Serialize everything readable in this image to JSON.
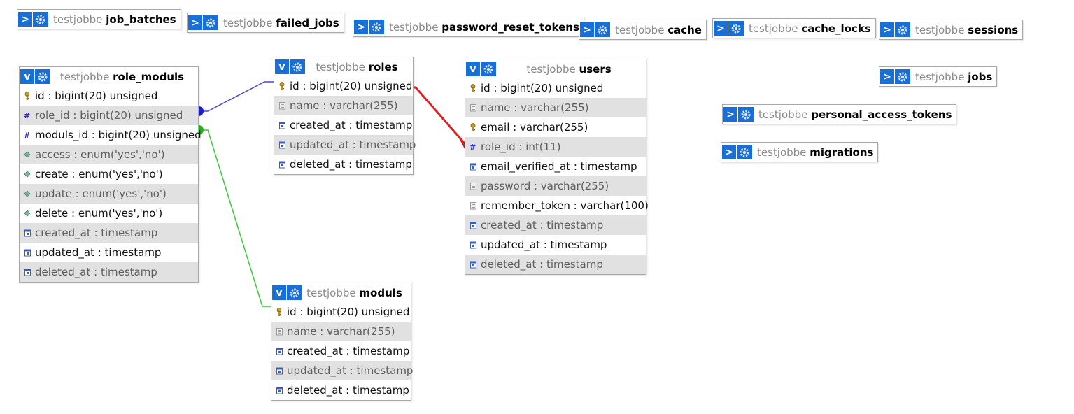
{
  "schema": "testjobbe",
  "collapsed_tables": [
    {
      "name": "job_batches"
    },
    {
      "name": "failed_jobs"
    },
    {
      "name": "password_reset_tokens"
    },
    {
      "name": "cache"
    },
    {
      "name": "cache_locks"
    },
    {
      "name": "sessions"
    },
    {
      "name": "jobs"
    },
    {
      "name": "personal_access_tokens"
    },
    {
      "name": "migrations"
    }
  ],
  "tables": {
    "role_moduls": {
      "name": "role_moduls",
      "columns": [
        {
          "text": "id : bigint(20) unsigned",
          "icon": "primary-key-icon"
        },
        {
          "text": "role_id : bigint(20) unsigned",
          "icon": "numeric-icon"
        },
        {
          "text": "moduls_id : bigint(20) unsigned",
          "icon": "numeric-icon"
        },
        {
          "text": "access : enum('yes','no')",
          "icon": "enum-icon"
        },
        {
          "text": "create : enum('yes','no')",
          "icon": "enum-icon"
        },
        {
          "text": "update : enum('yes','no')",
          "icon": "enum-icon"
        },
        {
          "text": "delete : enum('yes','no')",
          "icon": "enum-icon"
        },
        {
          "text": "created_at : timestamp",
          "icon": "date-icon"
        },
        {
          "text": "updated_at : timestamp",
          "icon": "date-icon"
        },
        {
          "text": "deleted_at : timestamp",
          "icon": "date-icon"
        }
      ]
    },
    "roles": {
      "name": "roles",
      "columns": [
        {
          "text": "id : bigint(20) unsigned",
          "icon": "primary-key-icon"
        },
        {
          "text": "name : varchar(255)",
          "icon": "text-icon"
        },
        {
          "text": "created_at : timestamp",
          "icon": "date-icon"
        },
        {
          "text": "updated_at : timestamp",
          "icon": "date-icon"
        },
        {
          "text": "deleted_at : timestamp",
          "icon": "date-icon"
        }
      ]
    },
    "users": {
      "name": "users",
      "columns": [
        {
          "text": "id : bigint(20) unsigned",
          "icon": "primary-key-icon"
        },
        {
          "text": "name : varchar(255)",
          "icon": "text-icon"
        },
        {
          "text": "email : varchar(255)",
          "icon": "primary-key-icon"
        },
        {
          "text": "role_id : int(11)",
          "icon": "numeric-icon"
        },
        {
          "text": "email_verified_at : timestamp",
          "icon": "date-icon"
        },
        {
          "text": "password : varchar(255)",
          "icon": "text-icon"
        },
        {
          "text": "remember_token : varchar(100)",
          "icon": "text-icon"
        },
        {
          "text": "created_at : timestamp",
          "icon": "date-icon"
        },
        {
          "text": "updated_at : timestamp",
          "icon": "date-icon"
        },
        {
          "text": "deleted_at : timestamp",
          "icon": "date-icon"
        }
      ]
    },
    "moduls": {
      "name": "moduls",
      "columns": [
        {
          "text": "id : bigint(20) unsigned",
          "icon": "primary-key-icon"
        },
        {
          "text": "name : varchar(255)",
          "icon": "text-icon"
        },
        {
          "text": "created_at : timestamp",
          "icon": "date-icon"
        },
        {
          "text": "updated_at : timestamp",
          "icon": "date-icon"
        },
        {
          "text": "deleted_at : timestamp",
          "icon": "date-icon"
        }
      ]
    }
  },
  "toggle_expanded": "v",
  "toggle_collapsed": ">",
  "relations": [
    {
      "from": "role_moduls.role_id",
      "to": "roles.id",
      "color": "#3f3fd0"
    },
    {
      "from": "role_moduls.moduls_id",
      "to": "moduls.id",
      "color": "#3fd03f"
    },
    {
      "from": "roles.id",
      "to": "users.role_id",
      "color": "#e01b1b"
    }
  ]
}
